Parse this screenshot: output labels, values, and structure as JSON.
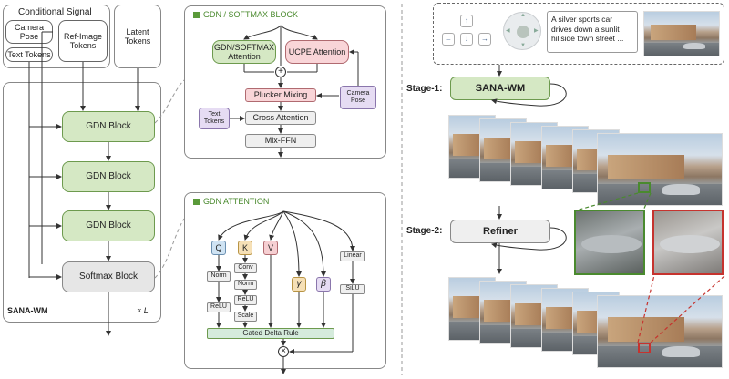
{
  "left_panel": {
    "conditional_signal": "Conditional Signal",
    "camera_pose": "Camera\nPose",
    "ref_image_tokens": "Ref-Image\nTokens",
    "text_tokens": "Text Tokens",
    "latent_tokens": "Latent\nTokens",
    "gdn_block": "GDN Block",
    "softmax_block": "Softmax Block",
    "model_name": "SANA-WM",
    "repeat": "× L"
  },
  "gdn_softmax_block": {
    "title": "GDN / SOFTMAX BLOCK",
    "gdn_attention": "GDN/SOFTMAX\nAttention",
    "ucpe_attention": "UCPE Attention",
    "plucker_mixing": "Plucker Mixing",
    "camera_pose": "Camera\nPose",
    "text_tokens": "Text\nTokens",
    "cross_attention": "Cross Attention",
    "mix_ffn": "Mix-FFN"
  },
  "gdn_attention": {
    "title": "GDN ATTENTION",
    "q": "Q",
    "k": "K",
    "v": "V",
    "gamma": "γ",
    "beta": "β",
    "conv": "Conv",
    "norm": "Norm",
    "relu": "ReLU",
    "scale": "Scale",
    "linear": "Linear",
    "silu": "SiLU",
    "gated_delta_rule": "Gated Delta Rule"
  },
  "right_panel": {
    "prompt_text": "A silver sports car drives down a sunlit hillside town street ...",
    "stage1_label": "Stage-1:",
    "stage1_model": "SANA-WM",
    "stage2_label": "Stage-2:",
    "stage2_model": "Refiner"
  },
  "colors": {
    "green_fill": "#d5e8c4",
    "green_border": "#6d9a4e",
    "pink_fill": "#f9d5d8",
    "purple_fill": "#e6dcf3",
    "gray_fill": "#e6e6e6",
    "q_fill": "#cfe3f3",
    "k_fill": "#f6e0b6",
    "v_fill": "#f6cfd2",
    "red_accent": "#c6332e",
    "green_accent": "#4a8a2e"
  }
}
